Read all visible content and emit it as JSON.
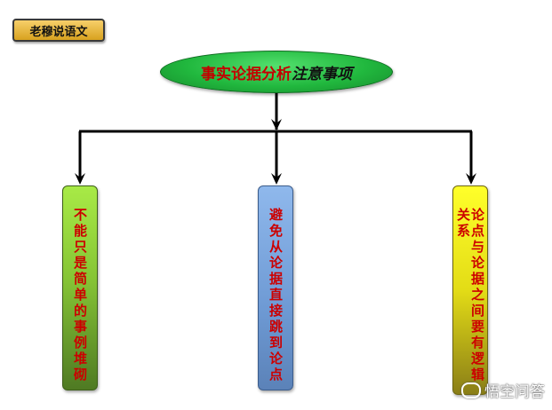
{
  "tag": {
    "label": "老穆说语文"
  },
  "title": {
    "red_part": "事实论据分析",
    "dark_part": "注意事项"
  },
  "boxes": [
    {
      "text": "不能只是简单的事例堆砌",
      "color": "#86c535"
    },
    {
      "text": "避免从论据直接跳到论点",
      "color": "#6e9ad4"
    },
    {
      "text": "论点与论据之间要有逻辑关系",
      "color": "#f0ea1a"
    }
  ],
  "watermark": {
    "text": "悟空问答",
    "icon": "chat-bubble-icon"
  },
  "colors": {
    "connector": "#000000",
    "text_red": "#cc0000",
    "title_fill": "#21b83e"
  }
}
